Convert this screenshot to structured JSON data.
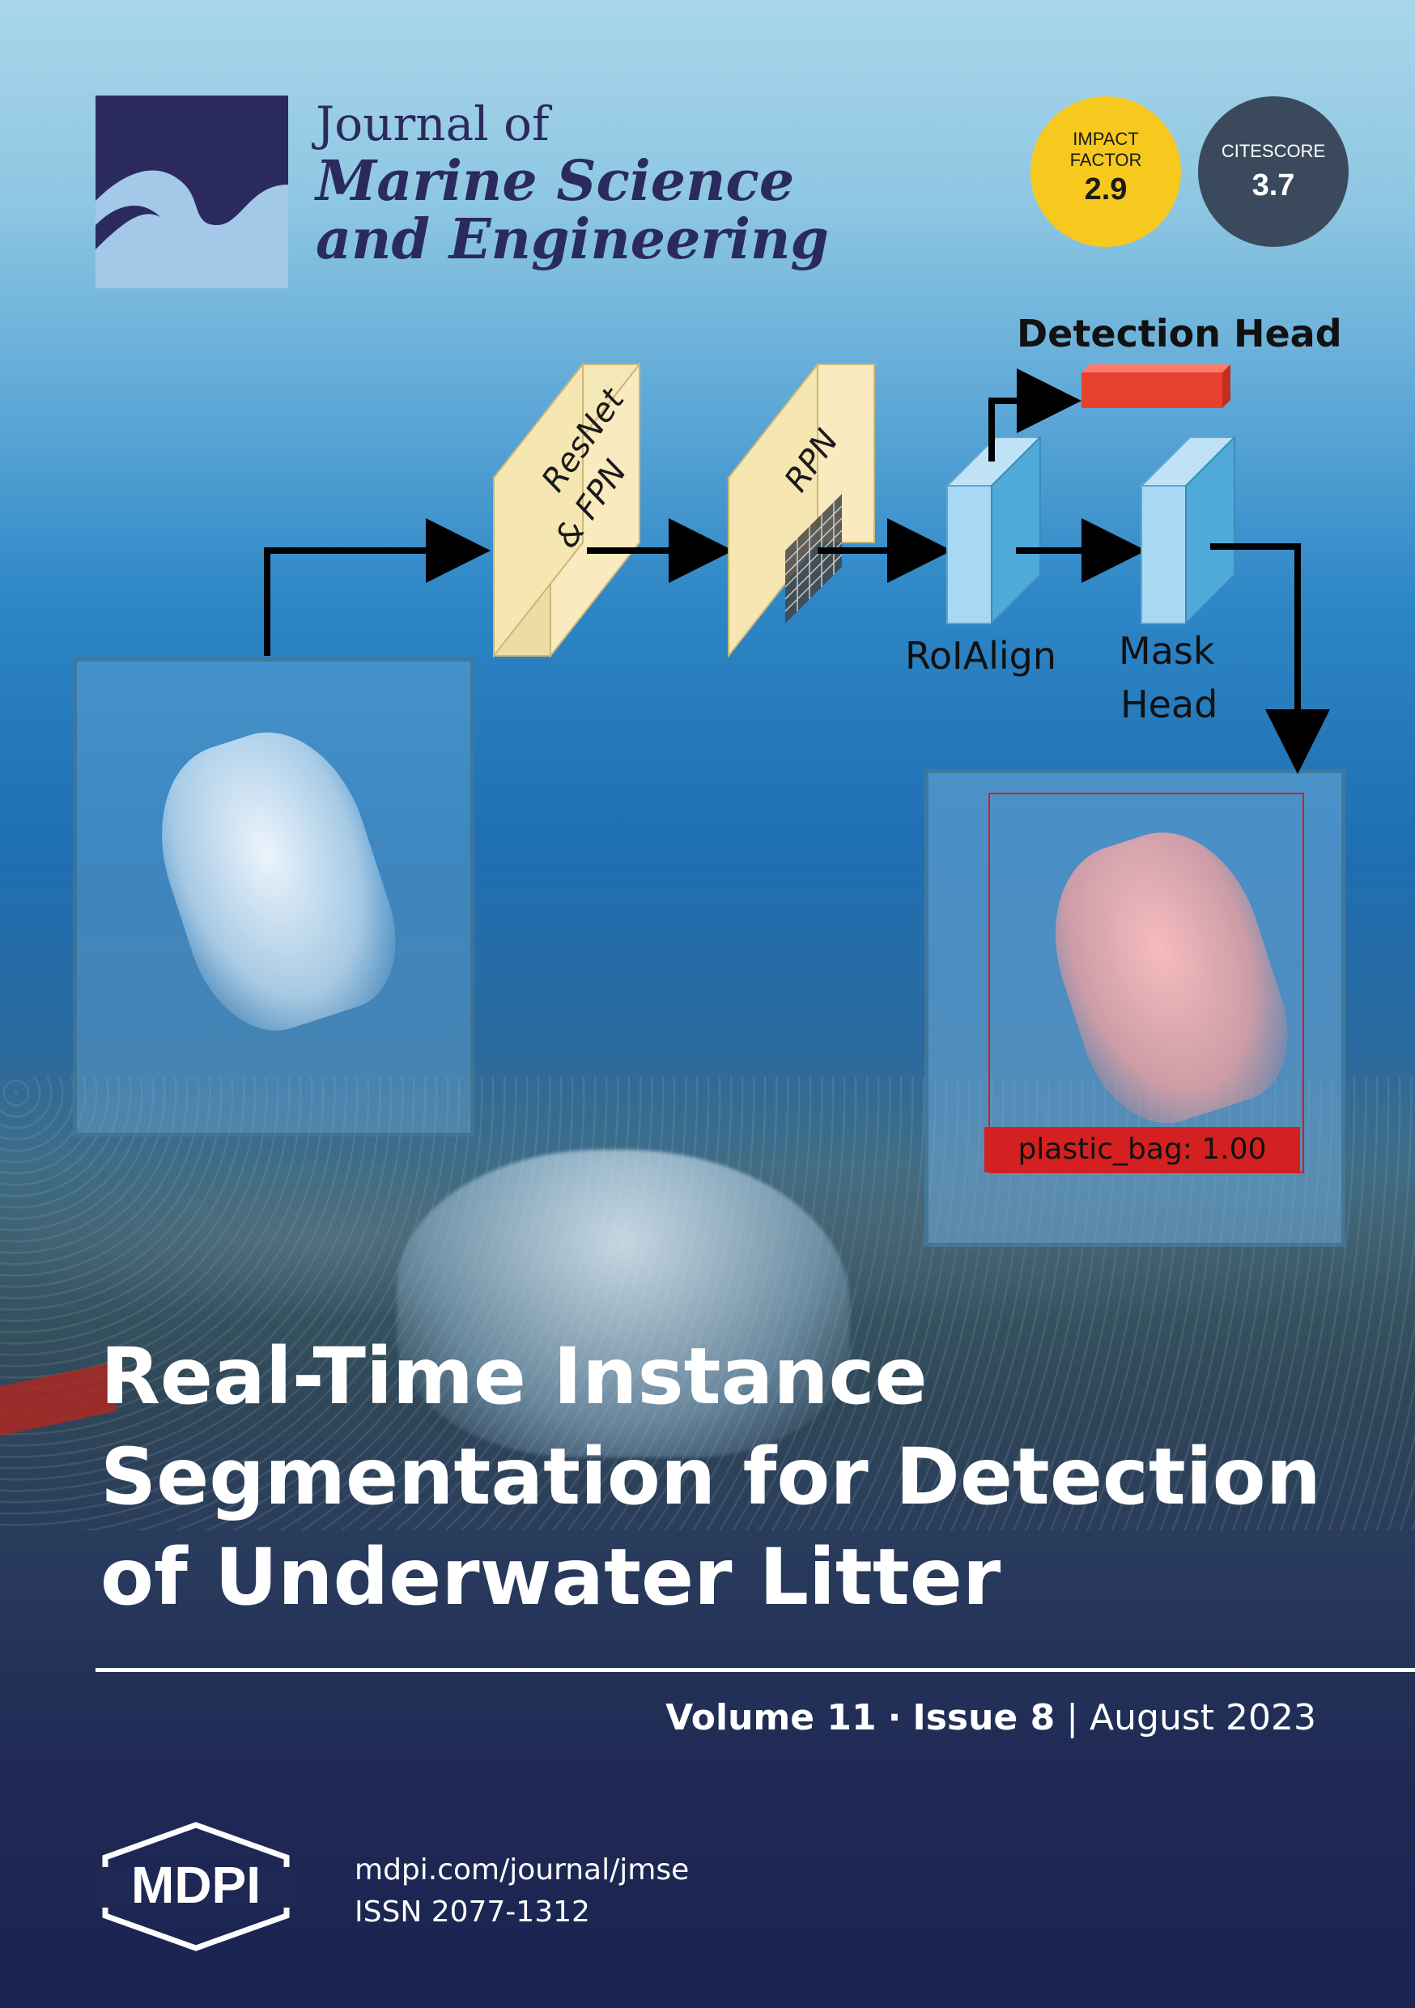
{
  "journal": {
    "title_line1": "Journal of",
    "title_line2": "Marine Science",
    "title_line3": "and Engineering"
  },
  "badges": {
    "impact_factor_label_1": "IMPACT",
    "impact_factor_label_2": "FACTOR",
    "impact_factor_value": "2.9",
    "citescore_label": "CITESCORE",
    "citescore_value": "3.7"
  },
  "diagram": {
    "detection_head": "Detection Head",
    "backbone_line1": "ResNet",
    "backbone_line2": "& FPN",
    "rpn": "RPN",
    "roialign": "RoIAlign",
    "mask_head_line1": "Mask",
    "mask_head_line2": "Head",
    "detection_label": "plastic_bag: 1.00"
  },
  "article": {
    "title_line1": "Real-Time Instance",
    "title_line2": "Segmentation for Detection",
    "title_line3": "of Underwater Litter"
  },
  "issue": {
    "volume": "Volume 11",
    "separator": "·",
    "issue": "Issue 8",
    "bar": "|",
    "date": "August 2023"
  },
  "publisher": {
    "logo_text": "MDPI",
    "url": "mdpi.com/journal/jmse",
    "issn": "ISSN 2077-1312"
  },
  "colors": {
    "navy": "#2a2a5e",
    "impact_yellow": "#f7c81e",
    "citescore_slate": "#3a4a5c",
    "detection_red": "#d42020"
  }
}
